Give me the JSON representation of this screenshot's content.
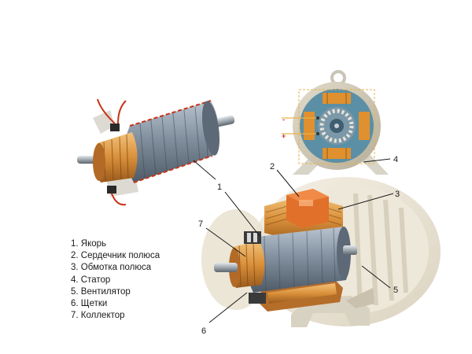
{
  "legend": [
    {
      "num": "1",
      "text": "1. Якорь"
    },
    {
      "num": "2",
      "text": "2. Сердечник полюса"
    },
    {
      "num": "3",
      "text": "3. Обмотка полюса"
    },
    {
      "num": "4",
      "text": "4. Статор"
    },
    {
      "num": "5",
      "text": "5. Вентилятор"
    },
    {
      "num": "6",
      "text": "6. Щетки"
    },
    {
      "num": "7",
      "text": "7. Коллектор"
    }
  ],
  "callouts": [
    "1",
    "2",
    "3",
    "4",
    "5",
    "6",
    "7"
  ],
  "terminals": {
    "minus": "-",
    "plus": "+"
  },
  "colors": {
    "stator_grey": "#c9c2b0",
    "frame_ivory": "#e8e0cc",
    "core_orange": "#e0702a",
    "winding_copper": "#d9903a",
    "armature_steel": "#7c8a99",
    "lead_red": "#c83218"
  }
}
